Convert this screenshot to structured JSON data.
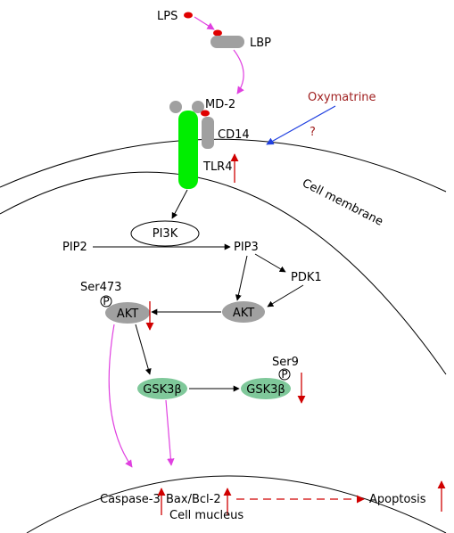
{
  "colors": {
    "receptor_green": "#00ee00",
    "protein_gray": "#a0a0a0",
    "gsk_green": "#7fc89a",
    "ligand_red": "#e00000",
    "magenta_arrow": "#e040e0",
    "blue_arrow": "#2040e0",
    "up_down_red": "#d00000",
    "oxymatrine_text": "#a02020"
  },
  "labels": {
    "lps": "LPS",
    "lbp": "LBP",
    "md2": "MD-2",
    "cd14": "CD14",
    "tlr4": "TLR4",
    "oxymatrine": "Oxymatrine",
    "question": "?",
    "cell_membrane": "Cell membrane",
    "pi3k": "PI3K",
    "pip2": "PIP2",
    "pip3": "PIP3",
    "pdk1": "PDK1",
    "ser473": "Ser473",
    "phospho": "P",
    "akt_p": "AKT",
    "akt": "AKT",
    "gsk3b": "GSK3β",
    "gsk3b_p": "GSK3β",
    "ser9": "Ser9",
    "caspase3": "Caspase-3",
    "bax_bcl2": "Bax/Bcl-2",
    "cell_nucleus": "Cell mucleus",
    "apoptosis": "Apoptosis"
  }
}
